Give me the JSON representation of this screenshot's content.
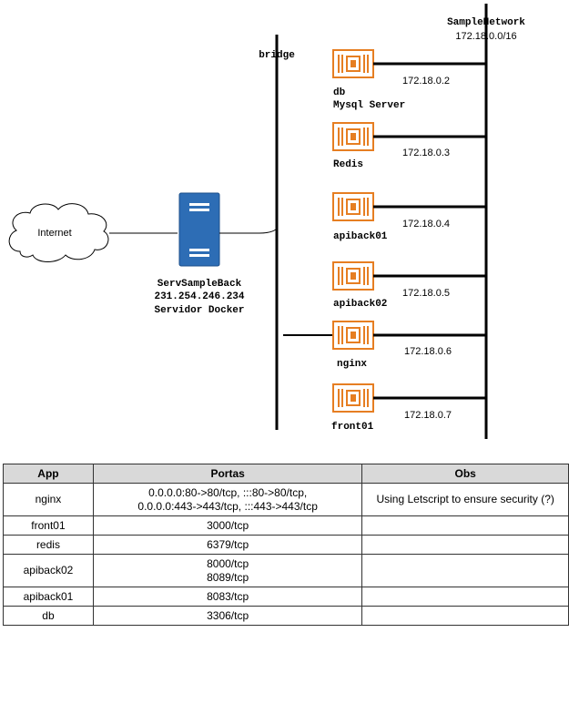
{
  "diagram": {
    "sample_network": {
      "name": "SampleNetwork",
      "subnet": "172.18.0.0/16"
    },
    "bridge_label": "bridge",
    "internet_label": "Internet",
    "server": {
      "name": "ServSampleBack",
      "ip": "231.254.246.234",
      "role": "Servidor Docker"
    },
    "containers": [
      {
        "name": "db",
        "subtitle": "Mysql Server",
        "ip": "172.18.0.2"
      },
      {
        "name": "Redis",
        "subtitle": "",
        "ip": "172.18.0.3"
      },
      {
        "name": "apiback01",
        "subtitle": "",
        "ip": "172.18.0.4"
      },
      {
        "name": "apiback02",
        "subtitle": "",
        "ip": "172.18.0.5"
      },
      {
        "name": "nginx",
        "subtitle": "",
        "ip": "172.18.0.6"
      },
      {
        "name": "front01",
        "subtitle": "",
        "ip": "172.18.0.7"
      }
    ],
    "icons": {
      "container": "container-chip-icon",
      "server": "server-tower-icon",
      "cloud": "cloud-icon"
    },
    "colors": {
      "container_orange": "#e67e22",
      "server_blue": "#2d6db5"
    }
  },
  "table": {
    "headers": [
      "App",
      "Portas",
      "Obs"
    ],
    "rows": [
      {
        "app": "nginx",
        "ports": [
          "0.0.0.0:80->80/tcp, :::80->80/tcp,",
          "0.0.0.0:443->443/tcp, :::443->443/tcp"
        ],
        "obs": "Using Letscript to ensure security (?)"
      },
      {
        "app": "front01",
        "ports": [
          "3000/tcp"
        ],
        "obs": ""
      },
      {
        "app": "redis",
        "ports": [
          "6379/tcp"
        ],
        "obs": ""
      },
      {
        "app": "apiback02",
        "ports": [
          "8000/tcp",
          "8089/tcp"
        ],
        "obs": ""
      },
      {
        "app": "apiback01",
        "ports": [
          "8083/tcp"
        ],
        "obs": ""
      },
      {
        "app": "db",
        "ports": [
          "3306/tcp"
        ],
        "obs": ""
      }
    ]
  }
}
